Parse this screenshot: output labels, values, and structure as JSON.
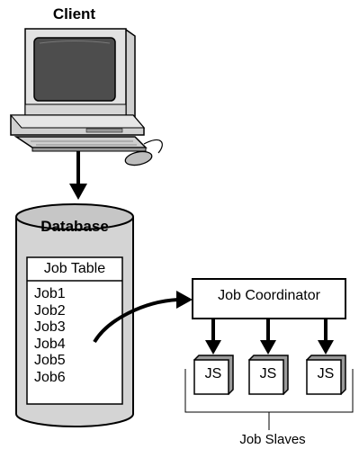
{
  "client": {
    "title": "Client"
  },
  "database": {
    "title": "Database",
    "table_header": "Job Table",
    "jobs": [
      "Job1",
      "Job2",
      "Job3",
      "Job4",
      "Job5",
      "Job6"
    ]
  },
  "coordinator": {
    "label": "Job Coordinator"
  },
  "slaves": {
    "items": [
      "JS",
      "JS",
      "JS"
    ],
    "label": "Job Slaves"
  }
}
